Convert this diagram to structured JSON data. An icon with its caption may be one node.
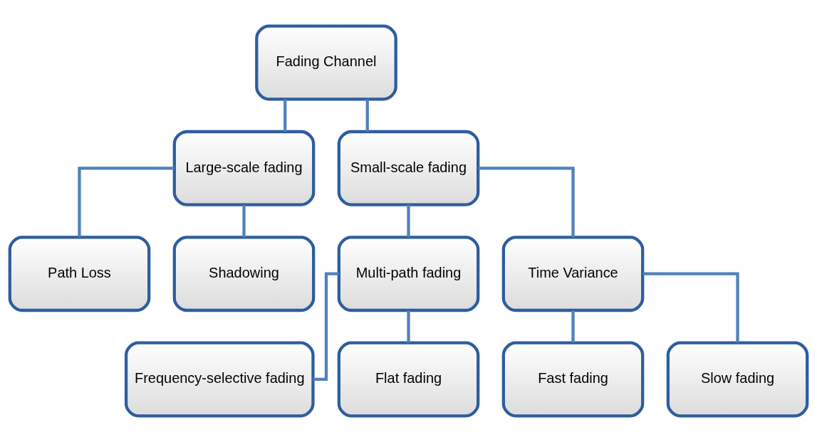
{
  "diagram": {
    "nodes": [
      {
        "text": [
          "Fading Channel"
        ]
      },
      {
        "text": [
          "Large-scale fading"
        ]
      },
      {
        "text": [
          "Small-scale fading"
        ]
      },
      {
        "text": [
          "Path Loss"
        ]
      },
      {
        "text": [
          "Shadowing"
        ]
      },
      {
        "text": [
          "Multi-path fading"
        ]
      },
      {
        "text": [
          "Time Variance"
        ]
      },
      {
        "text": [
          "Frequency-selective fading"
        ]
      },
      {
        "text": [
          "Flat fading"
        ]
      },
      {
        "text": [
          "Fast fading"
        ]
      },
      {
        "text": [
          "Slow fading"
        ]
      }
    ],
    "edges": [
      {
        "from": 0,
        "to": 1,
        "arrow": "none"
      },
      {
        "from": 0,
        "to": 2,
        "arrow": "none"
      },
      {
        "from": 1,
        "to": 3,
        "arrow": "none"
      },
      {
        "from": 1,
        "to": 4,
        "arrow": "none"
      },
      {
        "from": 2,
        "to": 5,
        "arrow": "none"
      },
      {
        "from": 2,
        "to": 6,
        "arrow": "none"
      },
      {
        "from": 5,
        "to": 7,
        "arrow": "none"
      },
      {
        "from": 5,
        "to": 8,
        "arrow": "none"
      },
      {
        "from": 6,
        "to": 9,
        "arrow": "none"
      },
      {
        "from": 6,
        "to": 10,
        "arrow": "none"
      }
    ]
  }
}
